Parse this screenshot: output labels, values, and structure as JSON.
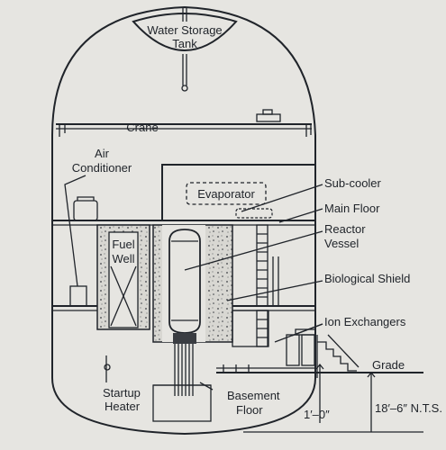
{
  "diagram": {
    "labels": {
      "water_storage_tank": [
        "Water Storage",
        "Tank"
      ],
      "crane": "Crane",
      "air_conditioner": [
        "Air",
        "Conditioner"
      ],
      "evaporator": "Evaporator",
      "fuel_well": [
        "Fuel",
        "Well"
      ],
      "sub_cooler": "Sub-cooler",
      "main_floor": "Main Floor",
      "reactor_vessel": [
        "Reactor",
        "Vessel"
      ],
      "biological_shield": "Biological Shield",
      "ion_exchangers": "Ion Exchangers",
      "grade": "Grade",
      "startup_heater": [
        "Startup",
        "Heater"
      ],
      "basement_floor": [
        "Basement",
        "Floor"
      ],
      "dim_1": "1′–0″",
      "dim_2": "18′–6″ N.T.S."
    }
  }
}
